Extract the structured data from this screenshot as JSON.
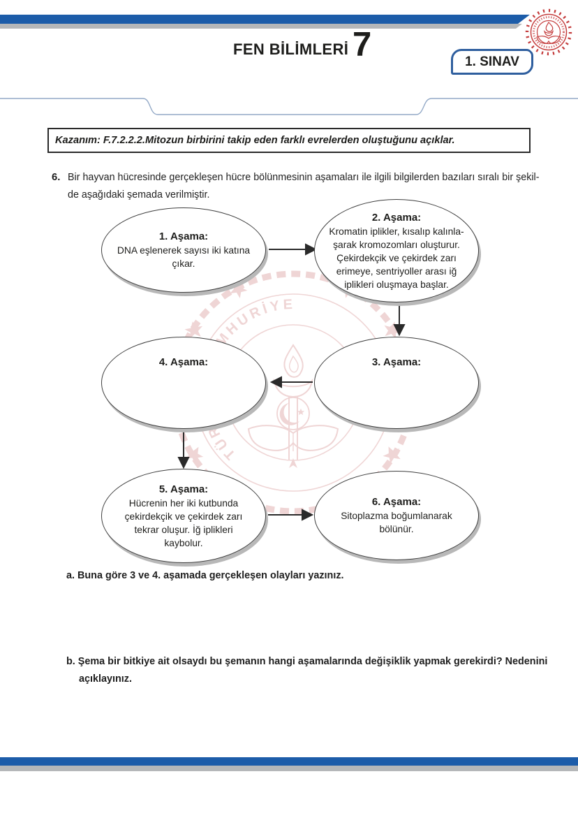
{
  "header": {
    "subject": "FEN BİLİMLERİ",
    "grade": "7",
    "exam_badge": "1. SINAV"
  },
  "kazanim": {
    "text": "Kazanım: F.7.2.2.2.Mitozun birbirini takip eden farklı evrelerden oluştuğunu açıklar."
  },
  "question": {
    "number": "6.",
    "line1": "Bir hayvan hücresinde gerçekleşen hücre bölünmesinin aşamaları ile ilgili bilgilerden bazıları sıralı bir şekil-",
    "line2": "de aşağıdaki şemada verilmiştir."
  },
  "diagram": {
    "flow_order": "1 → 2 → 3 → 4 → 5 → 6",
    "stages": [
      {
        "label": "1. Aşama:",
        "lines": [
          "DNA eşlenerek sayısı iki katına",
          "çıkar."
        ]
      },
      {
        "label": "2. Aşama:",
        "lines": [
          "Kromatin iplikler, kısalıp kalınla-",
          "şarak kromozomları oluşturur.",
          "Çekirdekçik ve çekirdek zarı",
          "erimeye, sentriyoller arası iğ",
          "iplikleri oluşmaya başlar."
        ]
      },
      {
        "label": "3. Aşama:",
        "lines": []
      },
      {
        "label": "4. Aşama:",
        "lines": []
      },
      {
        "label": "5. Aşama:",
        "lines": [
          "Hücrenin her iki kutbunda",
          "çekirdekçik ve çekirdek zarı",
          "tekrar oluşur. İğ iplikleri",
          "kaybolur."
        ]
      },
      {
        "label": "6. Aşama:",
        "lines": [
          "Sitoplazma boğumlanarak",
          "bölünür."
        ]
      }
    ]
  },
  "subquestions": {
    "a": "a. Buna göre 3 ve 4. aşamada gerçekleşen olayları yazınız.",
    "b_line1": "b. Şema bir bitkiye ait olsaydı bu şemanın hangi aşamalarında değişiklik yapmak gerekirdi? Nedenini",
    "b_line2": "açıklayınız."
  },
  "watermark": {
    "ring_text": "TÜRKİYE CUMHURİYETİ MİLLÎ EĞİTİM BAKANLIĞI"
  },
  "colors": {
    "accent_blue": "#1c5ca9",
    "bar_gray": "#b5b7b9",
    "emblem_red": "#c43c3c",
    "watermark_pink": "#cd7676",
    "ink": "#1f1f1f"
  }
}
